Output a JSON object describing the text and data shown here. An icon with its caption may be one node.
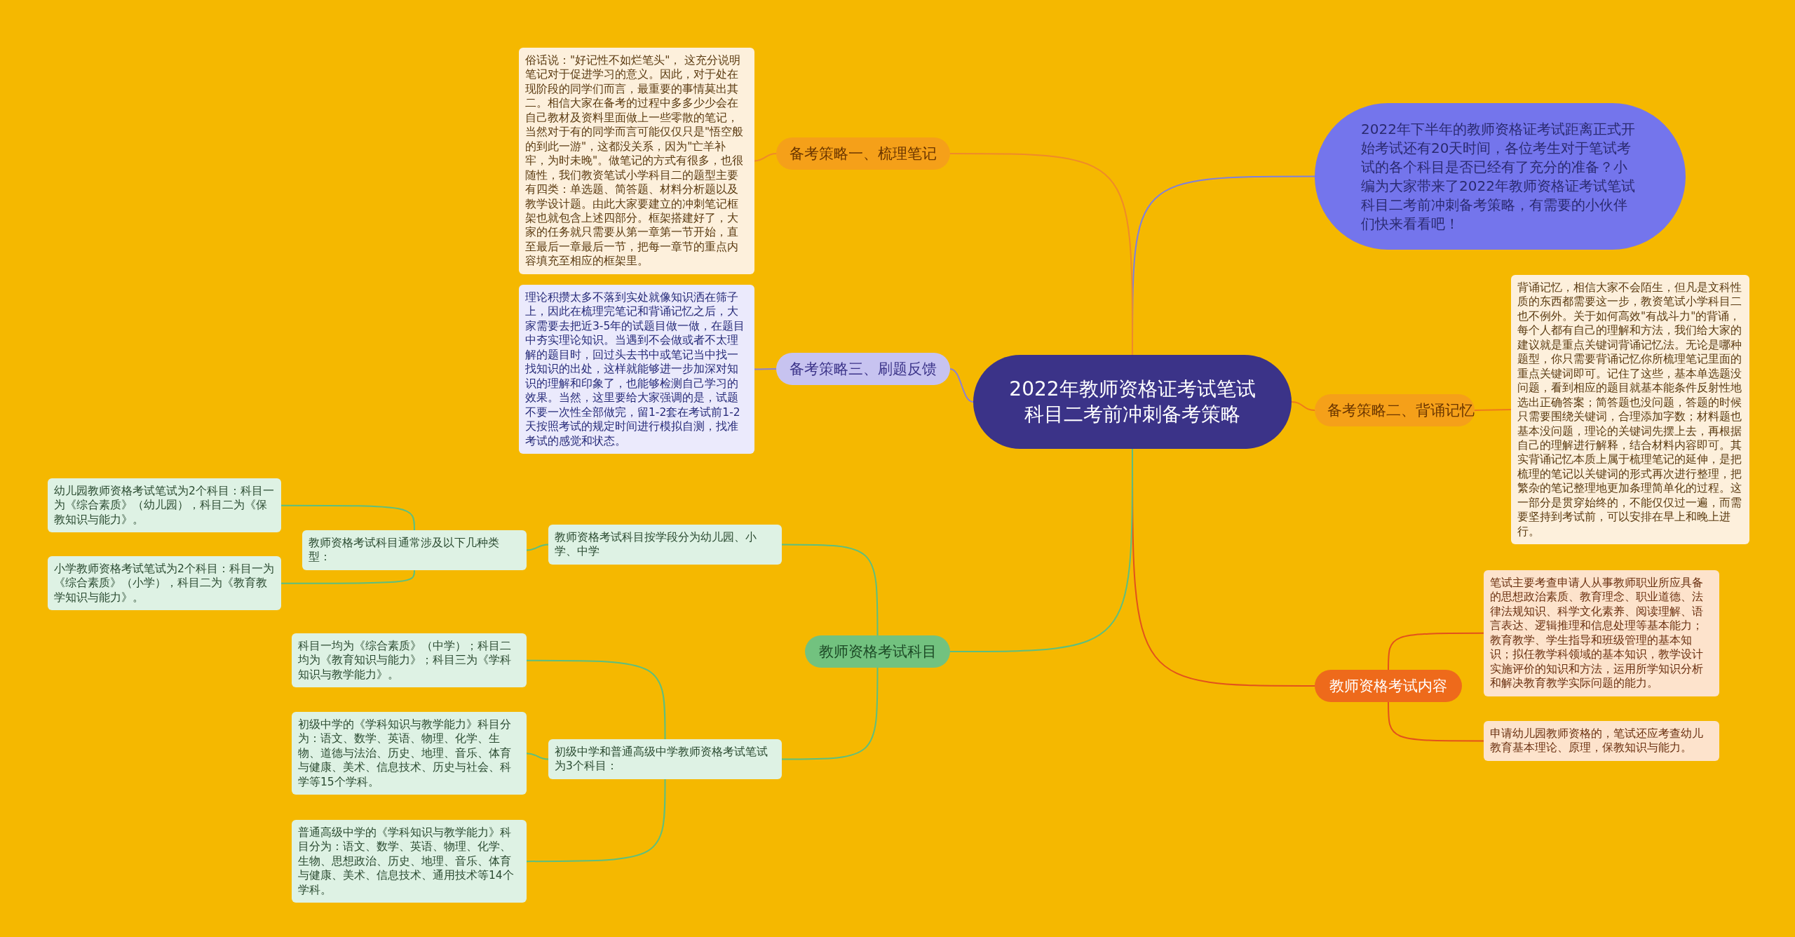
{
  "diagram": {
    "nodes": [
      {
        "text": [
          "2022年教师资格证考试笔试科目二考前冲刺备考策略"
        ]
      },
      {
        "text": [
          "2022年下半年的教师资格证考试距离正式开始考试还有20天时间，各位考生对于笔试考试的各个科目是否已经有了充分的准备？小编为大家带来了2022年教师资格证考试笔试科目二考前冲刺备考策略，有需要的小伙伴们快来看看吧！"
        ]
      },
      {
        "text": [
          "备考策略一、梳理笔记"
        ]
      },
      {
        "text": [
          "俗话说：\"好记性不如烂笔头\"， 这充分说明笔记对于促进学习的意义。因此，对于处在现阶段的同学们而言，最重要的事情莫出其二。相信大家在备考的过程中多多少少会在自己教材及资料里面做上一些零散的笔记，当然对于有的同学而言可能仅仅只是\"悟空般的到此一游\"，这都没关系，因为\"亡羊补牢，为时未晚\"。做笔记的方式有很多，也很随性，我们教资笔试小学科目二的题型主要有四类：单选题、简答题、材料分析题以及教学设计题。由此大家要建立的冲刺笔记框架也就包含上述四部分。框架搭建好了，大家的任务就只需要从第一章第一节开始，直至最后一章最后一节，把每一章节的重点内容填充至相应的框架里。"
        ]
      },
      {
        "text": [
          "备考策略三、刷题反馈"
        ]
      },
      {
        "text": [
          "理论积攒太多不落到实处就像知识洒在筛子上，因此在梳理完笔记和背诵记忆之后，大家需要去把近3-5年的试题目做一做，在题目中夯实理论知识。当遇到不会做或者不太理解的题目时，回过头去书中或笔记当中找一找知识的出处，这样就能够进一步加深对知识的理解和印象了，也能够检测自己学习的效果。当然，这里要给大家强调的是，试题不要一次性全部做完，留1-2套在考试前1-2天按照考试的规定时间进行模拟自测，找准考试的感觉和状态。"
        ]
      },
      {
        "text": [
          "备考策略二、背诵记忆"
        ]
      },
      {
        "text": [
          "背诵记忆，相信大家不会陌生，但凡是文科性质的东西都需要这一步，教资笔试小学科目二也不例外。关于如何高效\"有战斗力\"的背诵，每个人都有自己的理解和方法，我们给大家的建议就是重点关键词背诵记忆法。无论是哪种题型，你只需要背诵记忆你所梳理笔记里面的重点关键词即可。记住了这些，基本单选题没问题，看到相应的题目就基本能条件反射性地选出正确答案；简答题也没问题，答题的时候只需要围绕关键词，合理添加字数；材料题也基本没问题，理论的关键词先摆上去，再根据自己的理解进行解释，结合材料内容即可。其实背诵记忆本质上属于梳理笔记的延伸，是把梳理的笔记以关键词的形式再次进行整理，把繁杂的笔记整理地更加条理简单化的过程。这一部分是贯穿始终的，不能仅仅过一遍，而需要坚持到考试前，可以安排在早上和晚上进行。"
        ]
      },
      {
        "text": [
          "教师资格考试内容"
        ]
      },
      {
        "text": [
          "笔试主要考查申请人从事教师职业所应具备的思想政治素质、教育理念、职业道德、法律法规知识、科学文化素养、阅读理解、语言表达、逻辑推理和信息处理等基本能力；教育教学、学生指导和班级管理的基本知识；拟任教学科领域的基本知识，教学设计实施评价的知识和方法，运用所学知识分析和解决教育教学实际问题的能力。"
        ]
      },
      {
        "text": [
          "申请幼儿园教师资格的，笔试还应考查幼儿教育基本理论、原理，保教知识与能力。"
        ]
      },
      {
        "text": [
          "教师资格考试科目"
        ]
      },
      {
        "text": [
          "教师资格考试科目按学段分为幼儿园、小学、中学"
        ]
      },
      {
        "text": [
          "教师资格考试科目通常涉及以下几种类型："
        ]
      },
      {
        "text": [
          "幼儿园教师资格考试笔试为2个科目：科目一为《综合素质》（幼儿园），科目二为《保教知识与能力》。"
        ]
      },
      {
        "text": [
          "小学教师资格考试笔试为2个科目：科目一为《综合素质》（小学），科目二为《教育教学知识与能力》。"
        ]
      },
      {
        "text": [
          "初级中学和普通高级中学教师资格考试笔试为3个科目："
        ]
      },
      {
        "text": [
          "科目一均为《综合素质》（中学）；科目二均为《教育知识与能力》；科目三为《学科知识与教学能力》。"
        ]
      },
      {
        "text": [
          "初级中学的《学科知识与教学能力》科目分为：语文、数学、英语、物理、化学、生物、道德与法治、历史、地理、音乐、体育与健康、美术、信息技术、历史与社会、科学等15个学科。"
        ]
      },
      {
        "text": [
          "普通高级中学的《学科知识与教学能力》科目分为：语文、数学、英语、物理、化学、生物、思想政治、历史、地理、音乐、体育与健康、美术、信息技术、通用技术等14个学科。"
        ]
      }
    ],
    "edges": [
      {
        "from": 0,
        "to": 1,
        "arrow": "none",
        "color": "#7d7fe0"
      },
      {
        "from": 0,
        "to": 2,
        "arrow": "none",
        "color": "#ef8a2a"
      },
      {
        "from": 2,
        "to": 3,
        "arrow": "none",
        "color": "#ef8a2a"
      },
      {
        "from": 0,
        "to": 4,
        "arrow": "none",
        "color": "#8a80d6"
      },
      {
        "from": 4,
        "to": 5,
        "arrow": "none",
        "color": "#8a80d6"
      },
      {
        "from": 0,
        "to": 6,
        "arrow": "none",
        "color": "#ef7a1a"
      },
      {
        "from": 6,
        "to": 7,
        "arrow": "none",
        "color": "#ef7a1a"
      },
      {
        "from": 0,
        "to": 8,
        "arrow": "none",
        "color": "#e2521c"
      },
      {
        "from": 8,
        "to": 9,
        "arrow": "none",
        "color": "#e2521c"
      },
      {
        "from": 8,
        "to": 10,
        "arrow": "none",
        "color": "#e2521c"
      },
      {
        "from": 0,
        "to": 11,
        "arrow": "none"
      },
      {
        "from": 11,
        "to": 12,
        "arrow": "none"
      },
      {
        "from": 12,
        "to": 13,
        "arrow": "none"
      },
      {
        "from": 13,
        "to": 14,
        "arrow": "none"
      },
      {
        "from": 13,
        "to": 15,
        "arrow": "none"
      },
      {
        "from": 11,
        "to": 16,
        "arrow": "none"
      },
      {
        "from": 16,
        "to": 17,
        "arrow": "none"
      },
      {
        "from": 16,
        "to": 18,
        "arrow": "none"
      },
      {
        "from": 16,
        "to": 19,
        "arrow": "none"
      }
    ]
  }
}
